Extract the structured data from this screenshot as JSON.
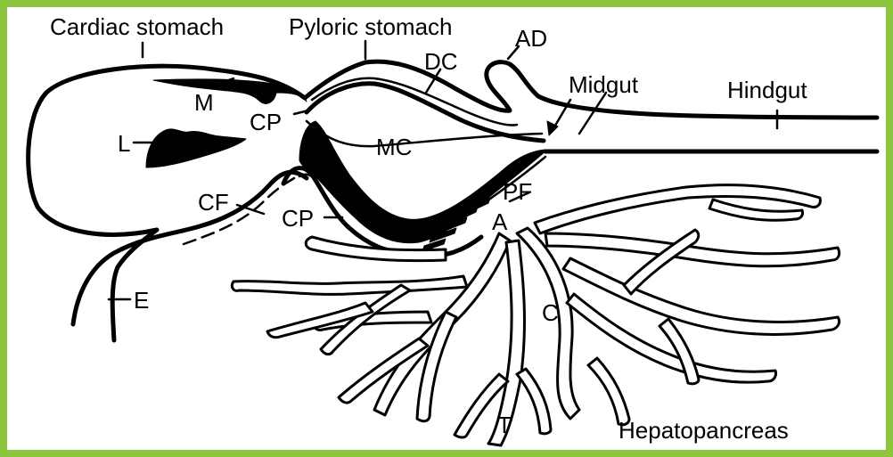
{
  "figure": {
    "border_color": "#8cc63f",
    "ink_color": "#000000",
    "labels": {
      "cardiac_stomach": "Cardiac stomach",
      "pyloric_stomach": "Pyloric stomach",
      "ad": "AD",
      "dc": "DC",
      "midgut": "Midgut",
      "hindgut": "Hindgut",
      "m": "M",
      "cp_upper": "CP",
      "l": "L",
      "mc": "MC",
      "cf": "CF",
      "cp_lower": "CP",
      "pf": "PF",
      "a": "A",
      "e": "E",
      "c": "C",
      "t": "T",
      "hepatopancreas": "Hepatopancreas"
    }
  }
}
